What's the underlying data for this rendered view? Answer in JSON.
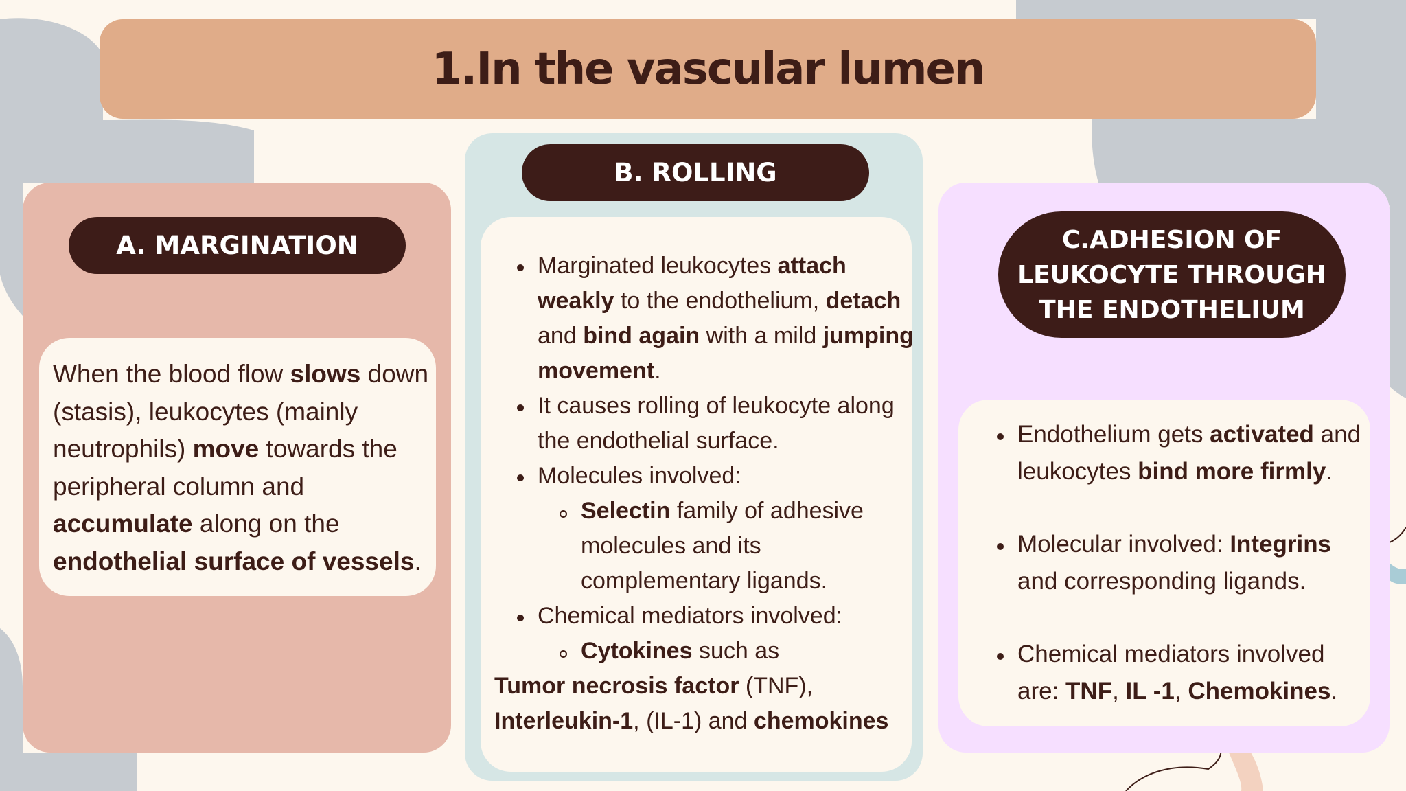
{
  "title": "1.In the vascular lumen",
  "colors": {
    "background": "#fdf7ee",
    "title_bar": "#e0ac89",
    "panel_a": "#e6b8aa",
    "panel_b": "#d6e6e5",
    "panel_c": "#f6dfff",
    "pill": "#3d1c18",
    "text": "#3d1d17",
    "decor_gray": "#c6cbd0"
  },
  "sections": {
    "a": {
      "heading": "A. MARGINATION",
      "body": {
        "l1a": "When the blood flow ",
        "l1b": "slows",
        "l1c": " down",
        "l2": "(stasis), leukocytes (mainly",
        "l3a": "neutrophils) ",
        "l3b": "move",
        "l3c": " towards the",
        "l4": "peripheral column and",
        "l5a": "accumulate",
        "l5b": " along on the",
        "l6a": "endothelial surface of vessels",
        "l6b": "."
      }
    },
    "b": {
      "heading": "B. ROLLING",
      "body": {
        "l1a": "Marginated leukocytes ",
        "l1b": "attach",
        "l2a": "weakly",
        "l2b": " to the endothelium, ",
        "l2c": "detach",
        "l3a": "and ",
        "l3b": "bind again",
        "l3c": " with a mild ",
        "l3d": "jumping",
        "l4a": "movement",
        "l4b": ".",
        "l5": "It causes rolling of leukocyte along",
        "l6": "the endothelial surface.",
        "l7": "Molecules involved:",
        "l8a": "Selectin",
        "l8b": " family of adhesive",
        "l9": "molecules and its",
        "l10": "complementary ligands.",
        "l11": "Chemical mediators involved:",
        "l12a": "Cytokines",
        "l12b": " such as",
        "l13a": "Tumor necrosis factor",
        "l13b": " (TNF),",
        "l14a": "Interleukin-1",
        "l14b": ", (IL-1) and ",
        "l14c": "chemokines"
      }
    },
    "c": {
      "heading_lines": [
        "C.ADHESION OF",
        "LEUKOCYTE THROUGH",
        "THE ENDOTHELIUM"
      ],
      "body": {
        "l1a": "Endothelium gets ",
        "l1b": "activated",
        "l1c": " and",
        "l2a": "leukocytes ",
        "l2b": "bind more firmly",
        "l2c": ".",
        "l3a": "Molecular involved: ",
        "l3b": "Integrins",
        "l4": "and corresponding ligands.",
        "l5": "Chemical mediators involved",
        "l6a": "are: ",
        "l6b": "TNF",
        "l6c": ", ",
        "l6d": "IL -1",
        "l6e": ", ",
        "l6f": "Chemokines",
        "l6g": "."
      }
    }
  }
}
